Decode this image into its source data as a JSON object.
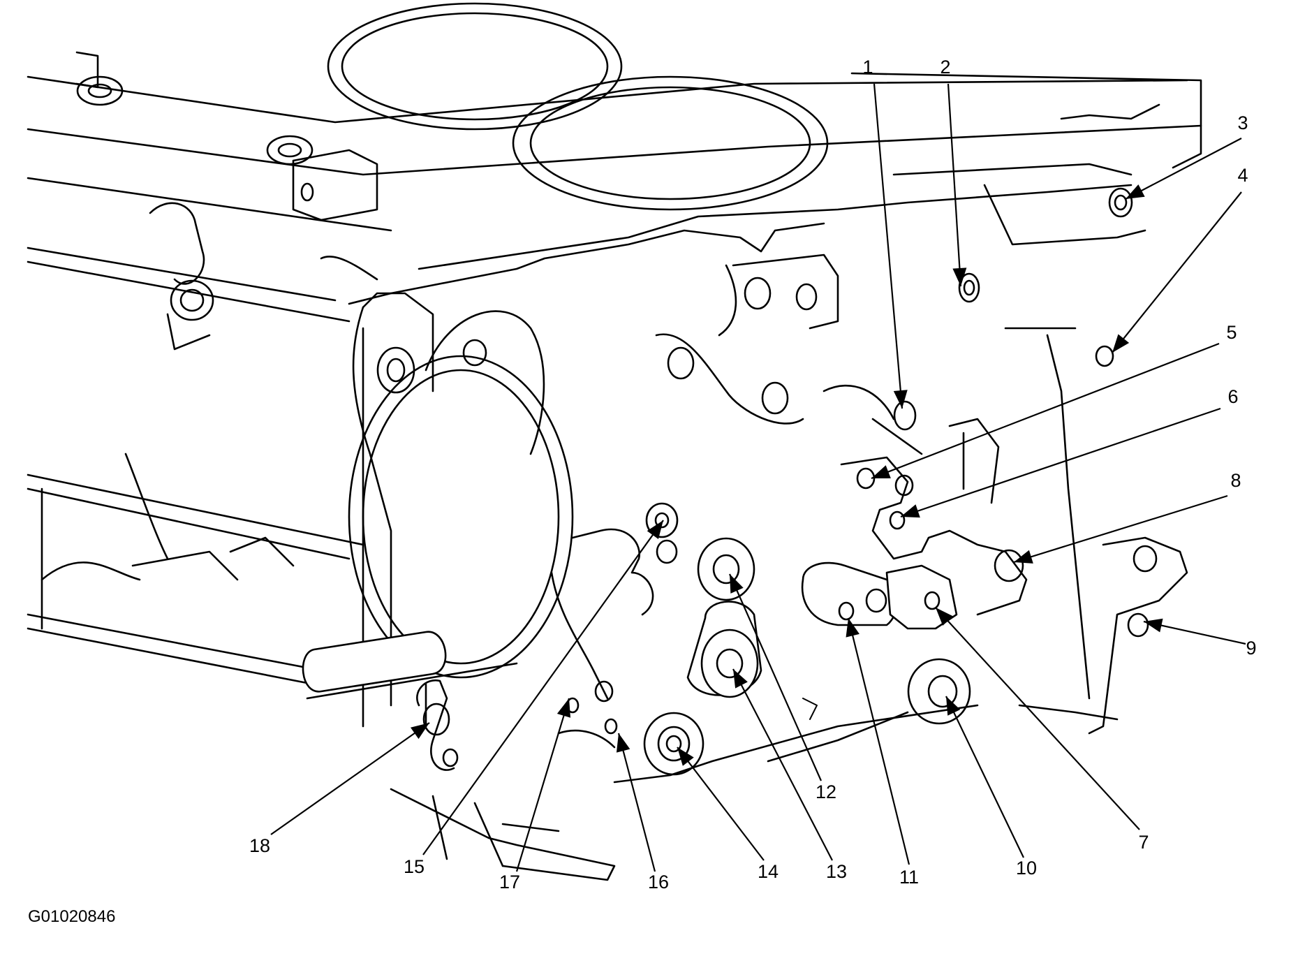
{
  "figure_code": "G01020846",
  "callouts": [
    {
      "id": "1",
      "label": "1"
    },
    {
      "id": "2",
      "label": "2"
    },
    {
      "id": "3",
      "label": "3"
    },
    {
      "id": "4",
      "label": "4"
    },
    {
      "id": "5",
      "label": "5"
    },
    {
      "id": "6",
      "label": "6"
    },
    {
      "id": "7",
      "label": "7"
    },
    {
      "id": "8",
      "label": "8"
    },
    {
      "id": "9",
      "label": "9"
    },
    {
      "id": "10",
      "label": "10"
    },
    {
      "id": "11",
      "label": "11"
    },
    {
      "id": "12",
      "label": "12"
    },
    {
      "id": "13",
      "label": "13"
    },
    {
      "id": "14",
      "label": "14"
    },
    {
      "id": "15",
      "label": "15"
    },
    {
      "id": "16",
      "label": "16"
    },
    {
      "id": "17",
      "label": "17"
    },
    {
      "id": "18",
      "label": "18"
    }
  ]
}
